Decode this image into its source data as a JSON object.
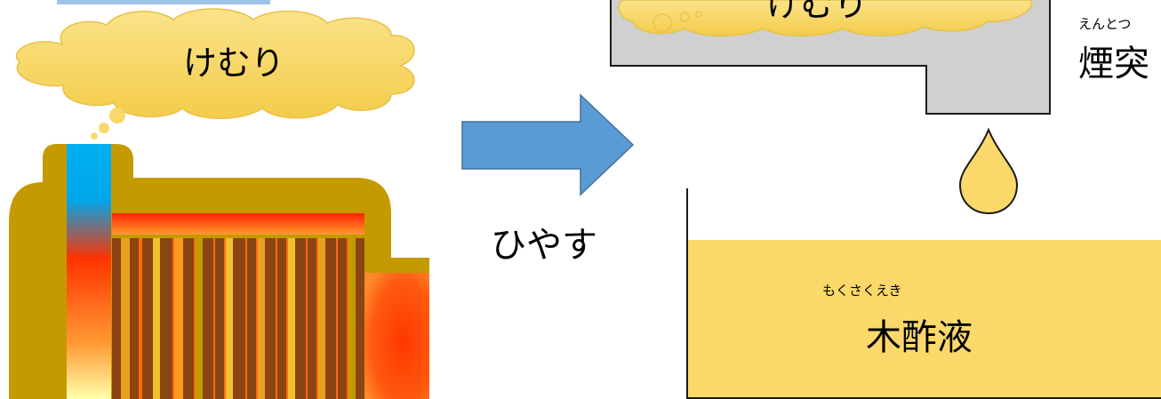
{
  "smoke_left": {
    "label": "けむり"
  },
  "smoke_right": {
    "label": "けむり"
  },
  "chimney": {
    "ruby": "えんとつ",
    "label": "煙突"
  },
  "arrow": {
    "label": "ひやす"
  },
  "wood_vinegar": {
    "ruby": "もくさくえき",
    "label": "木酢液"
  },
  "colors": {
    "smoke_cloud": "#f7d86a",
    "kiln_outer": "#c49a00",
    "fire": "#ff4a00",
    "chimney_pipe_top": "#00b0f0",
    "arrow_fill": "#5b9bd5",
    "chimney_box": "#d0d0d0",
    "liquid": "#fbd86a",
    "drop": "#fbd86a"
  }
}
